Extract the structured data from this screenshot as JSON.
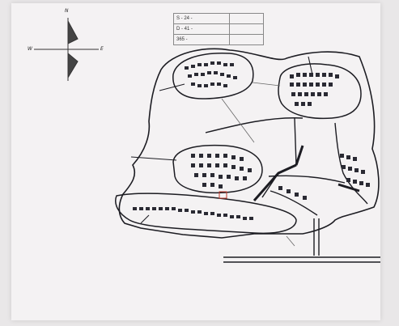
{
  "map": {
    "legend": [
      {
        "label": "S - 24 - ",
        "value": ""
      },
      {
        "label": "D - 41 - ",
        "value": ""
      },
      {
        "label": "365 - ",
        "value": ""
      }
    ],
    "compass": {
      "north": "N",
      "west": "W",
      "east": "E"
    },
    "colors": {
      "ink": "#1c1c22",
      "paper": "#f4f2f3",
      "pencil": "#555"
    }
  }
}
